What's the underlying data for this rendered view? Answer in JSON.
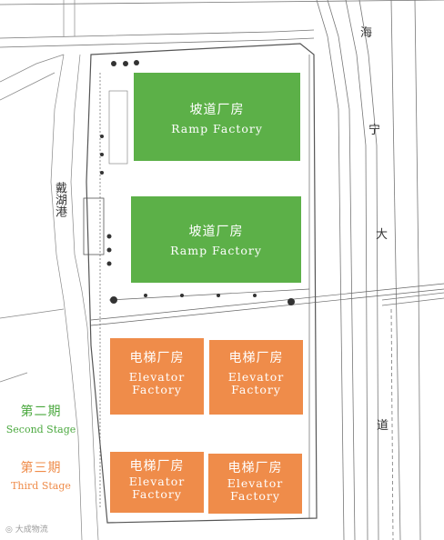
{
  "colors": {
    "ramp": "#5cb048",
    "elevator": "#ef8c4a",
    "second_stage": "#4aa83e",
    "third_stage": "#ef8c4a",
    "line": "#6a6a6a"
  },
  "road": {
    "right_chars": [
      "海",
      "宁",
      "大",
      "道"
    ],
    "left_label": "戴湖港"
  },
  "buildings": {
    "ramp": [
      {
        "zh": "坡道厂房",
        "en": "Ramp Factory"
      },
      {
        "zh": "坡道厂房",
        "en": "Ramp Factory"
      }
    ],
    "elevator": [
      {
        "zh": "电梯厂房",
        "en1": "Elevator",
        "en2": "Factory"
      },
      {
        "zh": "电梯厂房",
        "en1": "Elevator",
        "en2": "Factory"
      },
      {
        "zh": "电梯厂房",
        "en1": "Elevator",
        "en2": "Factory"
      },
      {
        "zh": "电梯厂房",
        "en1": "Elevator",
        "en2": "Factory"
      }
    ]
  },
  "stages": {
    "second": {
      "zh": "第二期",
      "en": "Second Stage"
    },
    "third": {
      "zh": "第三期",
      "en": "Third Stage"
    }
  },
  "watermark": "大成物流",
  "icons": [
    "weibo-icon"
  ]
}
